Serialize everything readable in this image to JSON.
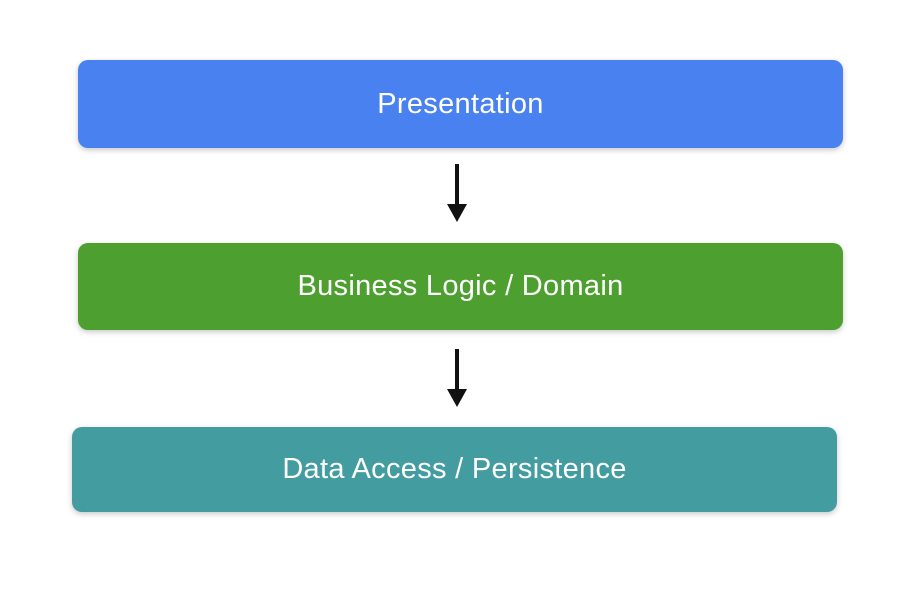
{
  "background": "#ffffff",
  "arrow": {
    "color": "#111111"
  },
  "layers": [
    {
      "label": "Presentation",
      "color": "#4A81F1"
    },
    {
      "label": "Business Logic / Domain",
      "color": "#4D9F2F"
    },
    {
      "label": "Data Access / Persistence",
      "color": "#439DA0"
    }
  ]
}
